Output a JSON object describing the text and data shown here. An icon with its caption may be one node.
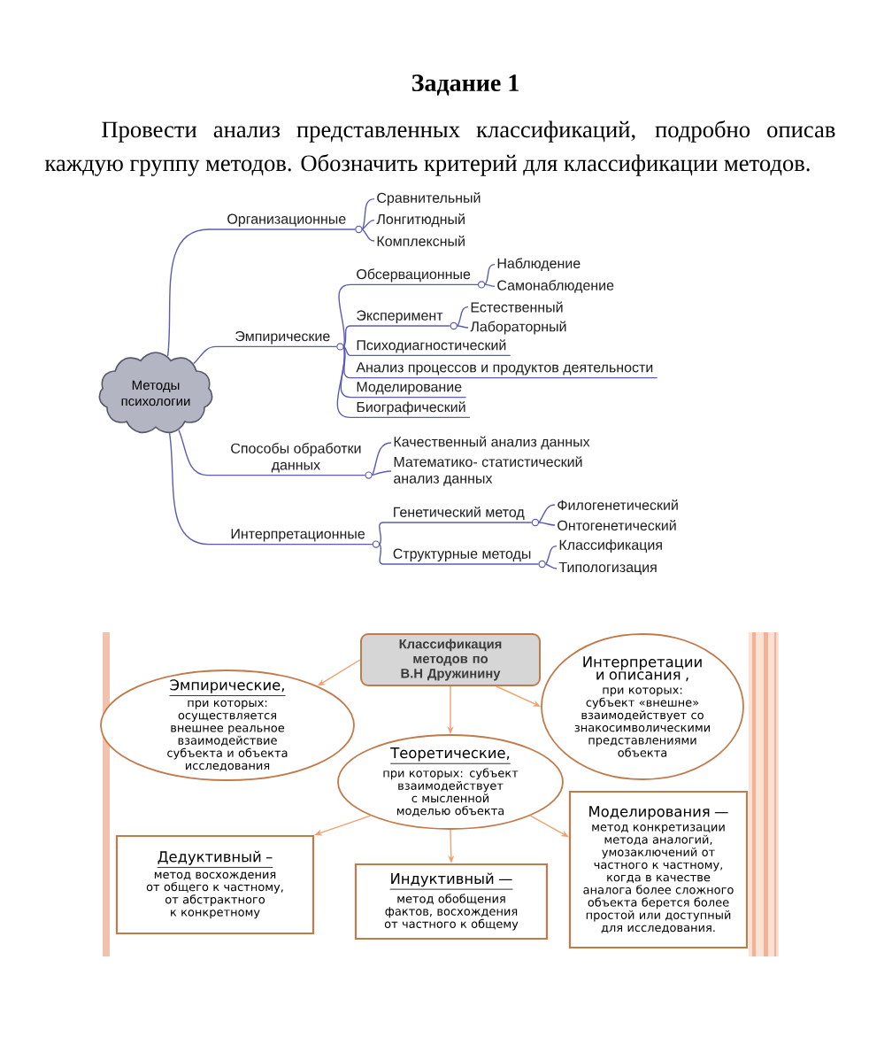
{
  "diagram": {
    "title": "Задание 1",
    "nodes": [
      {
        "text": [
          "Методы психологии"
        ]
      },
      {
        "text": [
          "Организационные"
        ]
      },
      {
        "text": [
          "Сравнительный"
        ]
      },
      {
        "text": [
          "Лонгитюдный"
        ]
      },
      {
        "text": [
          "Комплексный"
        ]
      },
      {
        "text": [
          "Эмпирические"
        ]
      },
      {
        "text": [
          "Обсервационные"
        ]
      },
      {
        "text": [
          "Наблюдение"
        ]
      },
      {
        "text": [
          "Самонаблюдение"
        ]
      },
      {
        "text": [
          "Эксперимент"
        ]
      },
      {
        "text": [
          "Естественный"
        ]
      },
      {
        "text": [
          "Лабораторный"
        ]
      },
      {
        "text": [
          "Психодиагностический"
        ]
      },
      {
        "text": [
          "Анализ процессов и продуктов деятельности"
        ]
      },
      {
        "text": [
          "Моделирование"
        ]
      },
      {
        "text": [
          "Биографический"
        ]
      },
      {
        "text": [
          "Способы обработки данных"
        ]
      },
      {
        "text": [
          "Качественный анализ данных"
        ]
      },
      {
        "text": [
          "Математико- статистический анализ данных"
        ]
      },
      {
        "text": [
          "Интерпретационные"
        ]
      },
      {
        "text": [
          "Генетический метод"
        ]
      },
      {
        "text": [
          "Филогенетический"
        ]
      },
      {
        "text": [
          "Онтогенетический"
        ]
      },
      {
        "text": [
          "Структурные методы"
        ]
      },
      {
        "text": [
          "Классификация"
        ]
      },
      {
        "text": [
          "Типологизация"
        ]
      },
      {
        "text": [
          "Классификация методов по В.Н Дружинину"
        ]
      },
      {
        "text": [
          "Эмпирические,",
          "при которых: осуществляется внешнее реальное взаимодействие субъекта и объекта исследования"
        ]
      },
      {
        "text": [
          "Интерпретации и описания ,",
          "при которых: субъект «внешне» взаимодействует со знакосимволическими представлениями объекта"
        ]
      },
      {
        "text": [
          "Теоретические,",
          "при которых: субъект взаимодействует с мысленной моделью объекта"
        ]
      },
      {
        "text": [
          "Дедуктивный –",
          "метод восхождения от общего к частному, от абстрактного к конкретному"
        ]
      },
      {
        "text": [
          "Индуктивный —",
          "метод обобщения фактов, восхождения от частного к общему"
        ]
      },
      {
        "text": [
          "Моделирования —",
          "метод конкретизации метода аналогий, умозаключений от частного к частному, когда в качестве аналога более сложного объекта берется более простой или доступный для исследования."
        ]
      }
    ],
    "edges": [
      {
        "from": 0,
        "to": 1,
        "arrow": "none"
      },
      {
        "from": 0,
        "to": 5,
        "arrow": "none"
      },
      {
        "from": 0,
        "to": 16,
        "arrow": "none"
      },
      {
        "from": 0,
        "to": 19,
        "arrow": "none"
      },
      {
        "from": 1,
        "to": 2,
        "arrow": "none"
      },
      {
        "from": 1,
        "to": 3,
        "arrow": "none"
      },
      {
        "from": 1,
        "to": 4,
        "arrow": "none"
      },
      {
        "from": 5,
        "to": 6,
        "arrow": "none"
      },
      {
        "from": 5,
        "to": 9,
        "arrow": "none"
      },
      {
        "from": 5,
        "to": 12,
        "arrow": "none"
      },
      {
        "from": 5,
        "to": 13,
        "arrow": "none"
      },
      {
        "from": 5,
        "to": 14,
        "arrow": "none"
      },
      {
        "from": 5,
        "to": 15,
        "arrow": "none"
      },
      {
        "from": 6,
        "to": 7,
        "arrow": "none"
      },
      {
        "from": 6,
        "to": 8,
        "arrow": "none"
      },
      {
        "from": 9,
        "to": 10,
        "arrow": "none"
      },
      {
        "from": 9,
        "to": 11,
        "arrow": "none"
      },
      {
        "from": 16,
        "to": 17,
        "arrow": "none"
      },
      {
        "from": 16,
        "to": 18,
        "arrow": "none"
      },
      {
        "from": 19,
        "to": 20,
        "arrow": "none"
      },
      {
        "from": 19,
        "to": 23,
        "arrow": "none"
      },
      {
        "from": 20,
        "to": 21,
        "arrow": "none"
      },
      {
        "from": 20,
        "to": 22,
        "arrow": "none"
      },
      {
        "from": 23,
        "to": 24,
        "arrow": "none"
      },
      {
        "from": 23,
        "to": 25,
        "arrow": "none"
      },
      {
        "from": 26,
        "to": 27,
        "arrow": "to",
        "color": "#f0a070"
      },
      {
        "from": 26,
        "to": 28,
        "arrow": "to",
        "color": "#f0a070"
      },
      {
        "from": 26,
        "to": 29,
        "arrow": "to",
        "color": "#f0a070"
      },
      {
        "from": 29,
        "to": 30,
        "arrow": "to",
        "color": "#f0a070"
      },
      {
        "from": 29,
        "to": 31,
        "arrow": "to",
        "color": "#f0a070"
      },
      {
        "from": 29,
        "to": 32,
        "arrow": "to",
        "color": "#f0a070"
      }
    ],
    "labels": [
      "Провести анализ представленных классификаций, подробно описав каждую группу методов. Обозначить критерий для классификации методов."
    ]
  }
}
